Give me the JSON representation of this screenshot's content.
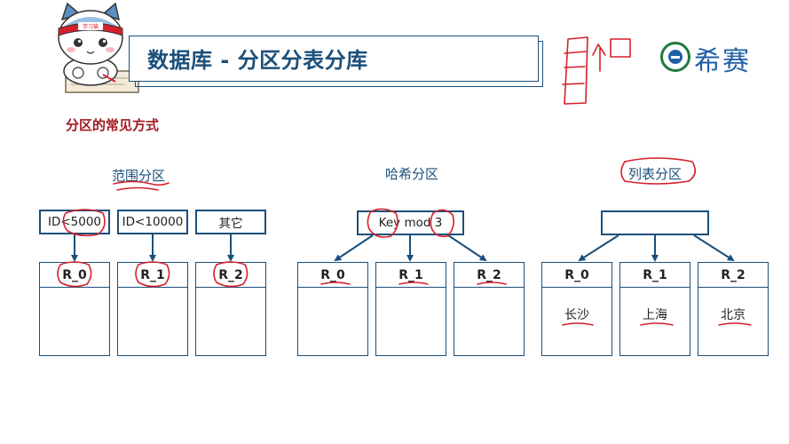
{
  "header": {
    "title": "数据库 - 分区分表分库",
    "mascot_badge": "学习猫"
  },
  "brand": {
    "name": "希赛"
  },
  "section": {
    "heading": "分区的常见方式"
  },
  "groups": [
    {
      "title": "范围分区",
      "conditions": [
        "ID<5000",
        "ID<10000",
        "其它"
      ],
      "partitions": [
        {
          "name": "R_0",
          "value": ""
        },
        {
          "name": "R_1",
          "value": ""
        },
        {
          "name": "R_2",
          "value": ""
        }
      ]
    },
    {
      "title": "哈希分区",
      "conditions": [
        "Key mod 3"
      ],
      "partitions": [
        {
          "name": "R_0",
          "value": ""
        },
        {
          "name": "R_1",
          "value": ""
        },
        {
          "name": "R_2",
          "value": ""
        }
      ]
    },
    {
      "title": "列表分区",
      "conditions": [
        ""
      ],
      "partitions": [
        {
          "name": "R_0",
          "value": "长沙"
        },
        {
          "name": "R_1",
          "value": "上海"
        },
        {
          "name": "R_2",
          "value": "北京"
        }
      ]
    }
  ],
  "colors": {
    "primary": "#1b4f7a",
    "heading": "#a01820",
    "annotation": "#d4202c",
    "brand_blue": "#1f5fa6",
    "brand_green": "#1f7a3f"
  }
}
